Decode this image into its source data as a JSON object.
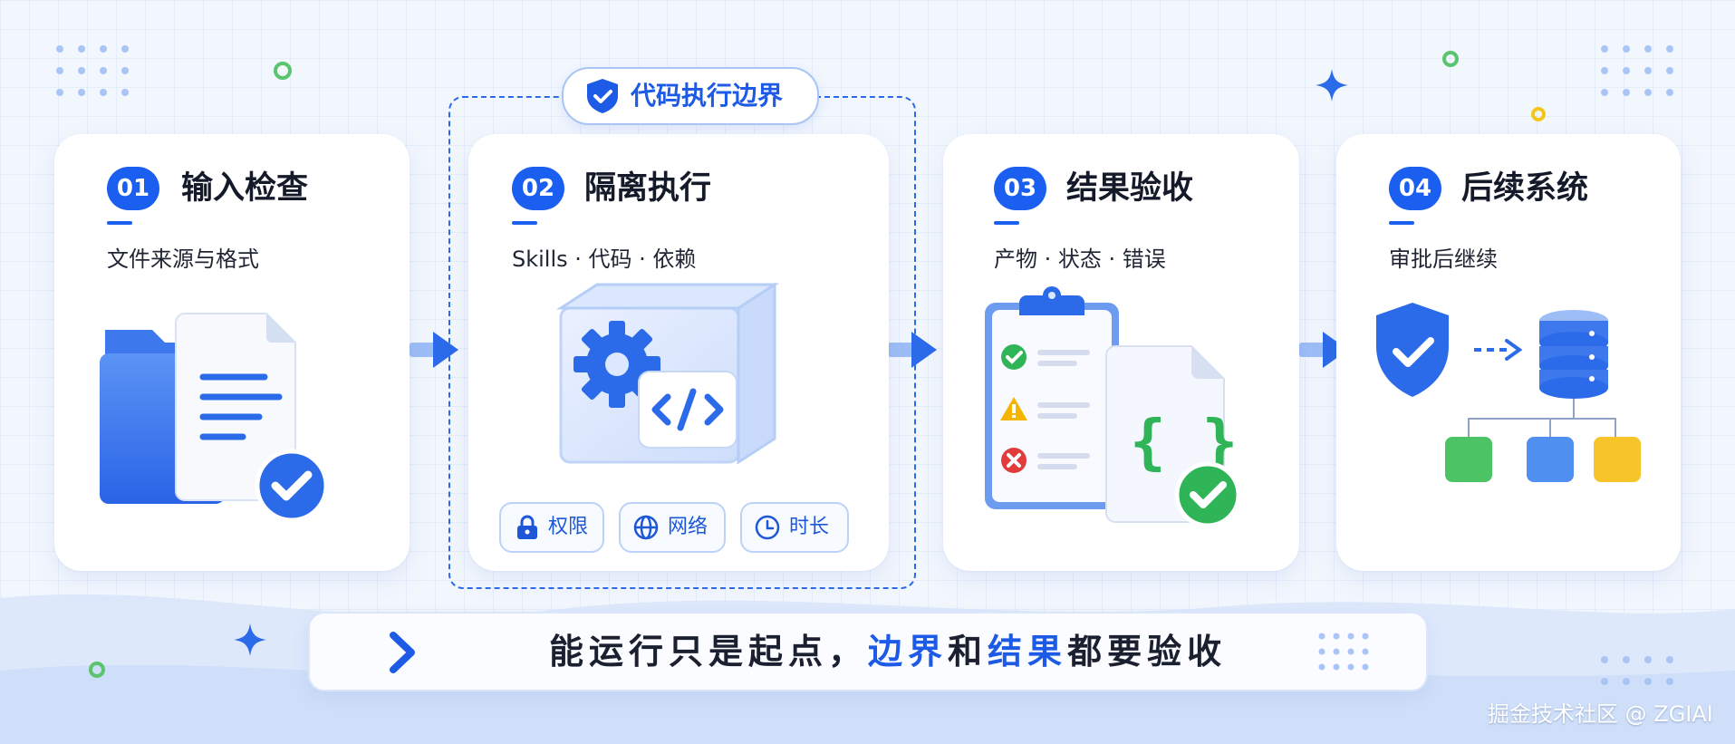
{
  "steps": [
    {
      "num": "01",
      "title": "输入检查",
      "subtitle": "文件来源与格式"
    },
    {
      "num": "02",
      "title": "隔离执行",
      "subtitle": "Skills · 代码 · 依赖"
    },
    {
      "num": "03",
      "title": "结果验收",
      "subtitle": "产物 · 状态 · 错误"
    },
    {
      "num": "04",
      "title": "后续系统",
      "subtitle": "审批后继续"
    }
  ],
  "boundary": {
    "label": "代码执行边界",
    "icon": "shield-check-icon"
  },
  "constraints": [
    {
      "label": "权限",
      "icon": "lock-icon"
    },
    {
      "label": "网络",
      "icon": "globe-icon"
    },
    {
      "label": "时长",
      "icon": "clock-icon"
    }
  ],
  "banner": {
    "part1": "能运行只是起点，",
    "highlight1": "边界",
    "part2": "和",
    "highlight2": "结果",
    "part3": "都要验收"
  },
  "watermark": "掘金技术社区 @ ZGIAI",
  "colors": {
    "primary": "#1a5ff0",
    "background": "#f2f6fd",
    "success": "#2fb457",
    "warning": "#f5b400",
    "error": "#e23b3b"
  }
}
